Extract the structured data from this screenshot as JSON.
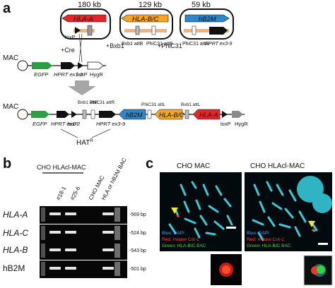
{
  "panel_a": {
    "label": "a",
    "bac_sizes": [
      "180 kb",
      "129 kb",
      "59 kb"
    ],
    "bac1": {
      "gene": "HLA-A",
      "elements": [
        "loxP"
      ]
    },
    "bac2": {
      "gene": "HLA-B/C",
      "elements": [
        "Bxb1 attB",
        "PhiC31 attB"
      ]
    },
    "bac3": {
      "gene": "hB2M",
      "elements": [
        "PhiC31 attB",
        "HPRT ex3-9"
      ]
    },
    "recombinases": [
      "+Cre",
      "+Bxb1",
      "+PhiC31"
    ],
    "mac_top": {
      "label": "MAC",
      "elements": [
        "EGFP",
        "HPRT ex1-2",
        "loxP",
        "HygR"
      ]
    },
    "mac_bottom": {
      "label": "MAC",
      "elements": [
        "EGFP",
        "HPRT ex1-2",
        "loxP",
        "Bxb1 attR",
        "PhiC31 attR",
        "HPRT ex3-9",
        "hB2M",
        "PhiC31 attL",
        "HLA-B/C",
        "Bxb1 attL",
        "HLA-A",
        "loxP",
        "HygR"
      ]
    },
    "hat": "HAT",
    "hat_sup": "R",
    "colors": {
      "egfp": "#2e9e44",
      "hla_a": "#e3262b",
      "hla_bc": "#f2a623",
      "hb2m": "#2f86c8",
      "hygr": "#8a8a8a",
      "arrow": "#a6a6a6"
    }
  },
  "panel_b": {
    "label": "b",
    "header": "CHO HLAcl-MAC",
    "lanes": [
      "#18-1",
      "#25-6",
      "CHO MAC",
      "HLA or hB2M BAC"
    ],
    "rows": [
      {
        "gene": "HLA-A",
        "size": "-569 bp"
      },
      {
        "gene": "HLA-C",
        "size": "-524 bp"
      },
      {
        "gene": "HLA-B",
        "size": "-543 bp"
      },
      {
        "gene": "hB2M",
        "size": "-501 bp"
      }
    ]
  },
  "panel_c": {
    "label": "c",
    "image1": {
      "title": "CHO MAC",
      "legend": [
        "Blue: DAPI",
        "Red: mouse Cot-1",
        "Green: HLA-B/C BAC"
      ]
    },
    "image2": {
      "title": "CHO HLAcl-MAC",
      "legend": [
        "Blue: DAPI",
        "Red: mouse Cot-1",
        "Green: HLA-B/C BAC"
      ]
    },
    "legend_colors": {
      "blue": "#38a0ff",
      "red": "#ff4040",
      "green": "#3fd34f"
    }
  }
}
